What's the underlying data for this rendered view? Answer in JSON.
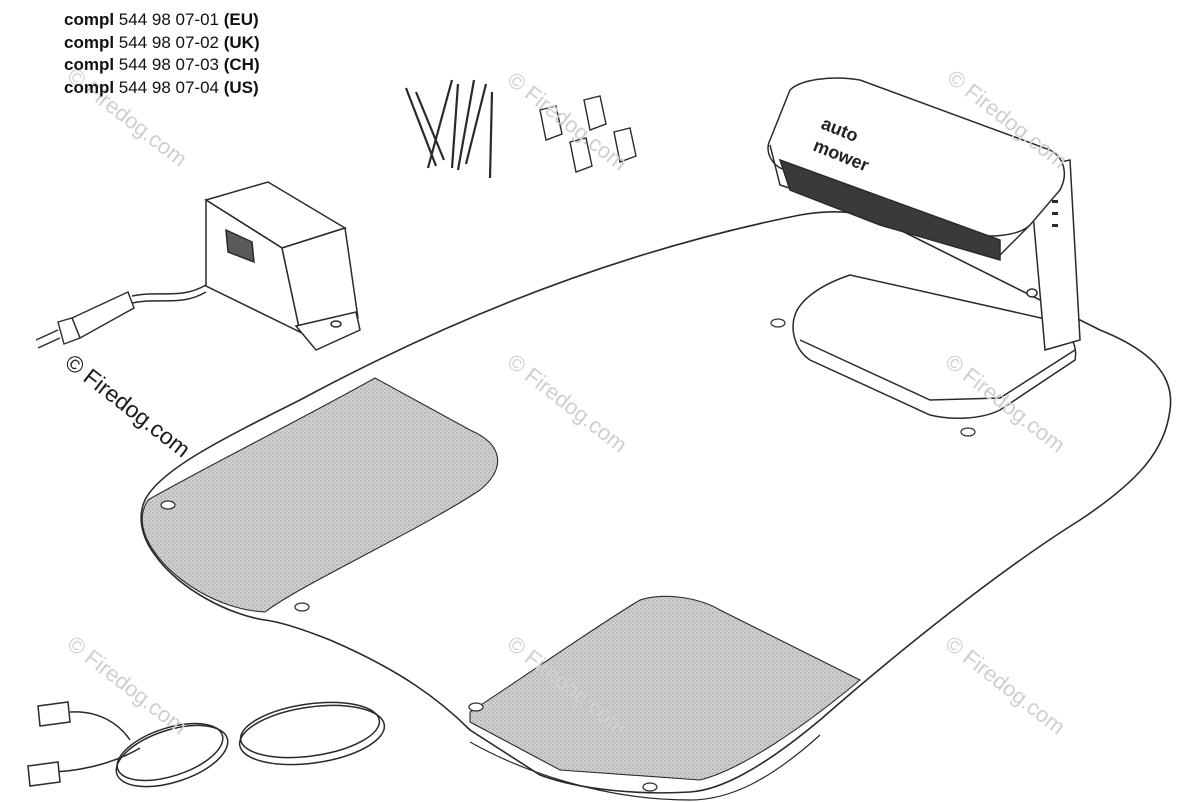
{
  "part_numbers": [
    {
      "prefix": "compl",
      "number": "544 98 07-01",
      "region": "(EU)"
    },
    {
      "prefix": "compl",
      "number": "544 98 07-02",
      "region": "(UK)"
    },
    {
      "prefix": "compl",
      "number": "544 98 07-03",
      "region": "(CH)"
    },
    {
      "prefix": "compl",
      "number": "544 98 07-04",
      "region": "(US)"
    }
  ],
  "product_logo": {
    "line1": "auto",
    "line2": "mower"
  },
  "watermarks": {
    "main": "© Firedog.com",
    "faint": "© Firedog.com"
  },
  "colors": {
    "line": "#2a2a2a",
    "shading": "#bdbdbd",
    "watermark_faint": "#cfcfcf",
    "watermark_dark": "#1c1c1c"
  }
}
